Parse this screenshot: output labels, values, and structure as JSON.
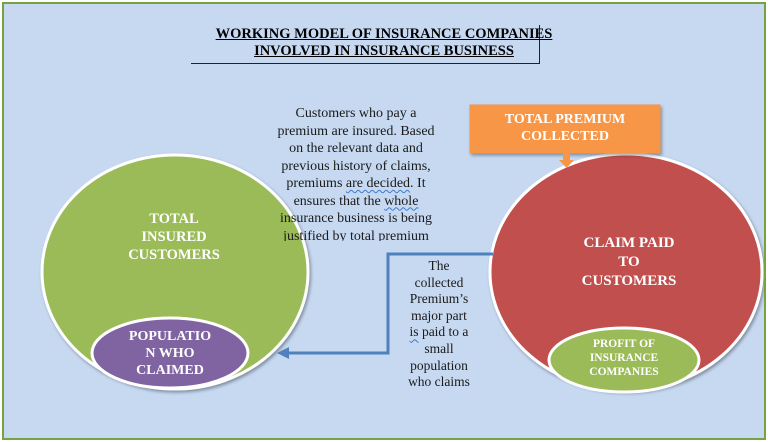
{
  "title": {
    "line1": "WORKING MODEL OF INSURANCE COMPANIES",
    "line2": "INVOLVED IN INSURANCE BUSINESS"
  },
  "circles": {
    "left": {
      "label_lines": [
        "TOTAL",
        "INSURED",
        "CUSTOMERS"
      ],
      "color": "#9bbb59"
    },
    "left_inner": {
      "label_lines": [
        "POPULATIO",
        "N WHO",
        "CLAIMED"
      ],
      "color": "#8064a2"
    },
    "right": {
      "label_lines": [
        "CLAIM PAID",
        "TO",
        "CUSTOMERS"
      ],
      "color": "#c0504d"
    },
    "right_inner": {
      "label_lines": [
        "PROFIT OF",
        "INSURANCE",
        "COMPANIES"
      ],
      "color": "#9bbb59"
    }
  },
  "premium_box": {
    "line1": "TOTAL PREMIUM",
    "line2": "COLLECTED",
    "color": "#f79646"
  },
  "description": {
    "line1": "Customers who pay a",
    "line2": "premium are insured. Based",
    "line3": "on the relevant data and",
    "line4": "previous history of claims,",
    "line5_a": "premiums ",
    "line5_b": "are decided",
    "line5_c": ". It",
    "line6_a": "ensures that the ",
    "line6_b": "whole",
    "line7": "insurance business is being",
    "line8": "justified by total premium"
  },
  "flow_text": {
    "line1": "The",
    "line2": "collected",
    "line3": "Premium’s",
    "line4": "major part",
    "line5_a": "is",
    "line5_b": " paid to a",
    "line6": "small",
    "line7": "population",
    "line8": "who claims"
  },
  "colors": {
    "background": "#c6d9f1",
    "border": "#77a242",
    "arrow": "#4f81bd"
  }
}
